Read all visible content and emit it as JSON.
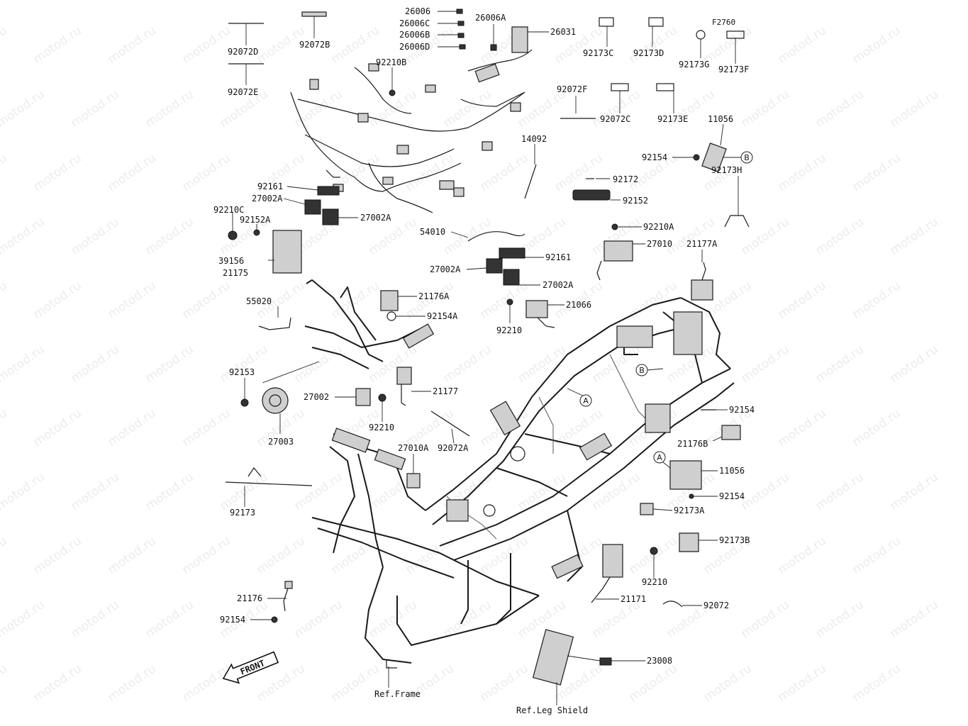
{
  "watermark": "motod.ru",
  "labels": {
    "p26006": "26006",
    "p26006c": "26006C",
    "p26006b": "26006B",
    "p26006d": "26006D",
    "p26006a": "26006A",
    "p26031": "26031",
    "p92072d": "92072D",
    "p92072b": "92072B",
    "p92210b": "92210B",
    "p92072e": "92072E",
    "p92173c": "92173C",
    "p92173d": "92173D",
    "pf2760": "F2760",
    "p92173g": "92173G",
    "p92173f": "92173F",
    "p92072f": "92072F",
    "p92072c": "92072C",
    "p92173e": "92173E",
    "p11056_top": "11056",
    "p92154_top": "92154",
    "p14092": "14092",
    "p92172": "92172",
    "p92152": "92152",
    "p92173h": "92173H",
    "p92161_top": "92161",
    "p27002a_top": "27002A",
    "p27002a_top2": "27002A",
    "p92210c": "92210C",
    "p92152a": "92152A",
    "p39156": "39156",
    "p21175": "21175",
    "p54010": "54010",
    "p92210a": "92210A",
    "p27010": "27010",
    "p21177a": "21177A",
    "p92161_mid": "92161",
    "p27002a_mid": "27002A",
    "p27002a_mid2": "27002A",
    "p55020": "55020",
    "p21176a": "21176A",
    "p92154a": "92154A",
    "p21066": "21066",
    "p92210_mid": "92210",
    "p92153": "92153",
    "p27002": "27002",
    "p21177": "21177",
    "p27003": "27003",
    "p92210_low": "92210",
    "p27010a": "27010A",
    "p92072a": "92072A",
    "p92154_r": "92154",
    "p21176b": "21176B",
    "p11056_r": "11056",
    "p92154_r2": "92154",
    "p92173": "92173",
    "p92173a": "92173A",
    "p92173b": "92173B",
    "p92210_r": "92210",
    "p21176": "21176",
    "p92154_l": "92154",
    "p21171": "21171",
    "p92072": "92072",
    "p23008": "23008"
  },
  "callouts": {
    "a": "A",
    "b": "B"
  },
  "refs": {
    "frame": "Ref.Frame",
    "leg_shield": "Ref.Leg Shield"
  },
  "front_arrow": "FRONT"
}
